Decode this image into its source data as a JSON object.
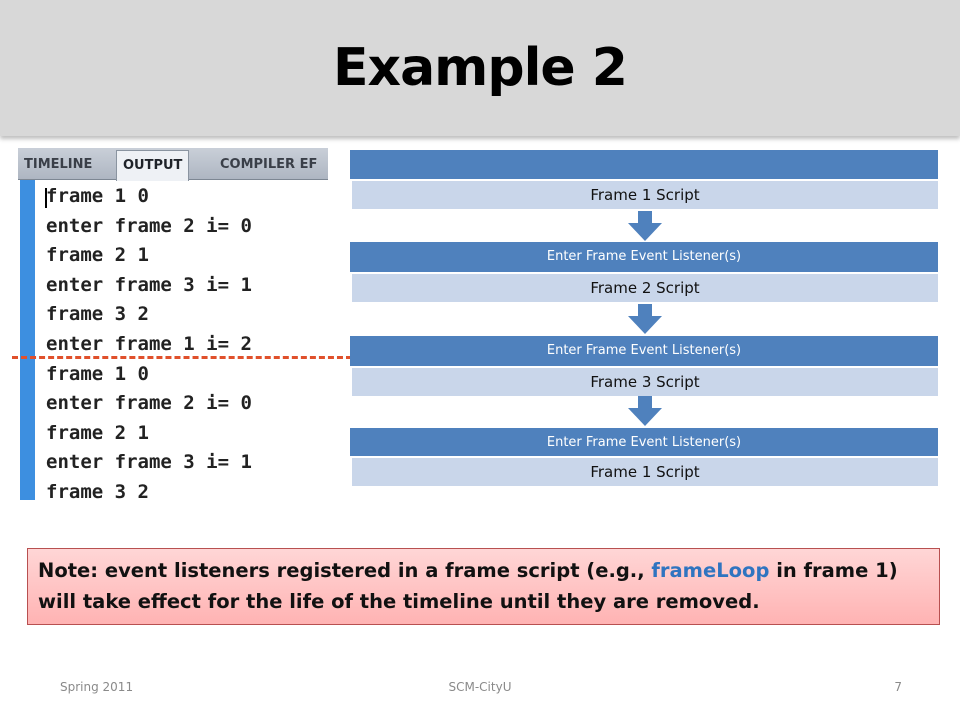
{
  "slide": {
    "title": "Example 2"
  },
  "output_panel": {
    "tabs": [
      "TIMELINE",
      "OUTPUT",
      "COMPILER EF"
    ],
    "lines": [
      "frame 1 0",
      "enter frame 2 i= 0",
      "frame 2 1",
      "enter frame 3 i= 1",
      "frame 3 2",
      "enter frame 1 i= 2",
      "frame 1 0",
      "enter frame 2 i= 0",
      "frame 2 1",
      "enter frame 3 i= 1",
      "frame 3 2"
    ]
  },
  "flow": {
    "blocks": [
      {
        "header": "",
        "script": "Frame 1 Script"
      },
      {
        "header": "Enter Frame Event Listener(s)",
        "script": "Frame 2 Script"
      },
      {
        "header": "Enter Frame Event Listener(s)",
        "script": "Frame 3 Script"
      },
      {
        "header": "Enter Frame Event Listener(s)",
        "script": "Frame 1 Script"
      }
    ],
    "colors": {
      "header": "#4f81bd",
      "script": "#c9d6ea",
      "dashed_line": "#e0502b"
    }
  },
  "note": {
    "prefix": "Note: event listeners registered in a frame script (e.g., ",
    "highlight": "frameLoop",
    "suffix": " in frame 1) will take effect for the life of the timeline until they are removed."
  },
  "footer": {
    "left": "Spring 2011",
    "center": "SCM-CityU",
    "right": "7"
  }
}
